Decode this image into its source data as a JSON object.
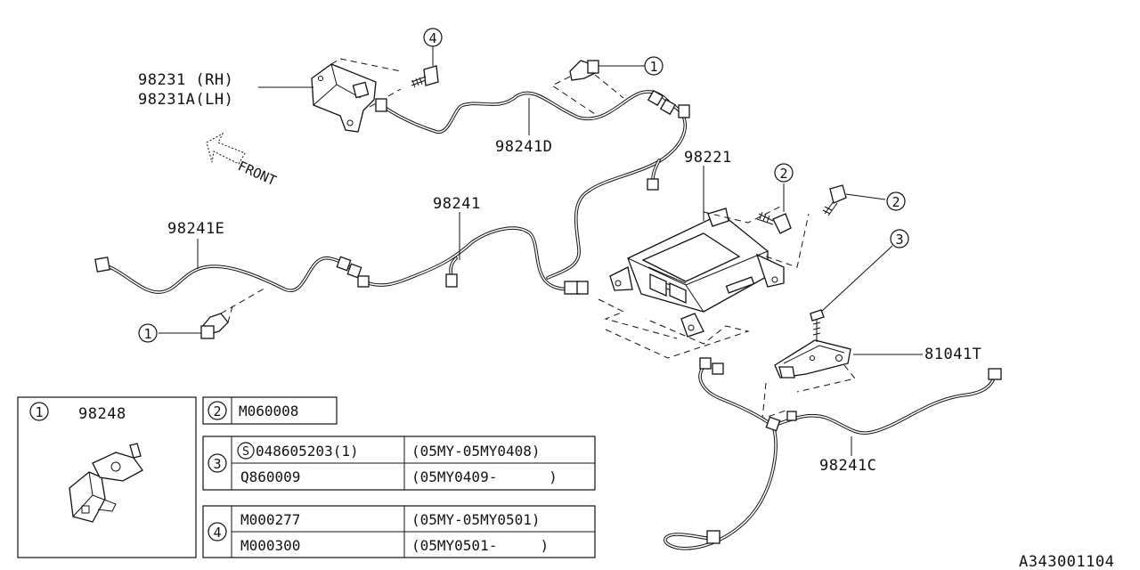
{
  "callouts": {
    "bracket_rh": "98231 (RH)",
    "bracket_lh": "98231A(LH)",
    "harness_d": "98241D",
    "harness": "98241",
    "harness_e": "98241E",
    "control_unit": "98221",
    "sensor": "81041T",
    "harness_c": "98241C",
    "front_arrow": "FRONT"
  },
  "ref_numbers": [
    "1",
    "2",
    "3",
    "4"
  ],
  "legend": {
    "box1": {
      "ref": "1",
      "part": "98248"
    },
    "box2": {
      "ref": "2",
      "part": "M060008"
    },
    "box3": {
      "ref": "3",
      "rows": [
        {
          "prefix": "S",
          "part": "048605203(1)",
          "applicability": "(05MY-05MY0408)"
        },
        {
          "prefix": "",
          "part": "Q860009",
          "applicability": "(05MY0409-      )"
        }
      ]
    },
    "box4": {
      "ref": "4",
      "rows": [
        {
          "part": "M000277",
          "applicability": "(05MY-05MY0501)"
        },
        {
          "part": "M000300",
          "applicability": "(05MY0501-     )"
        }
      ]
    }
  },
  "diagram_id": "A343001104"
}
